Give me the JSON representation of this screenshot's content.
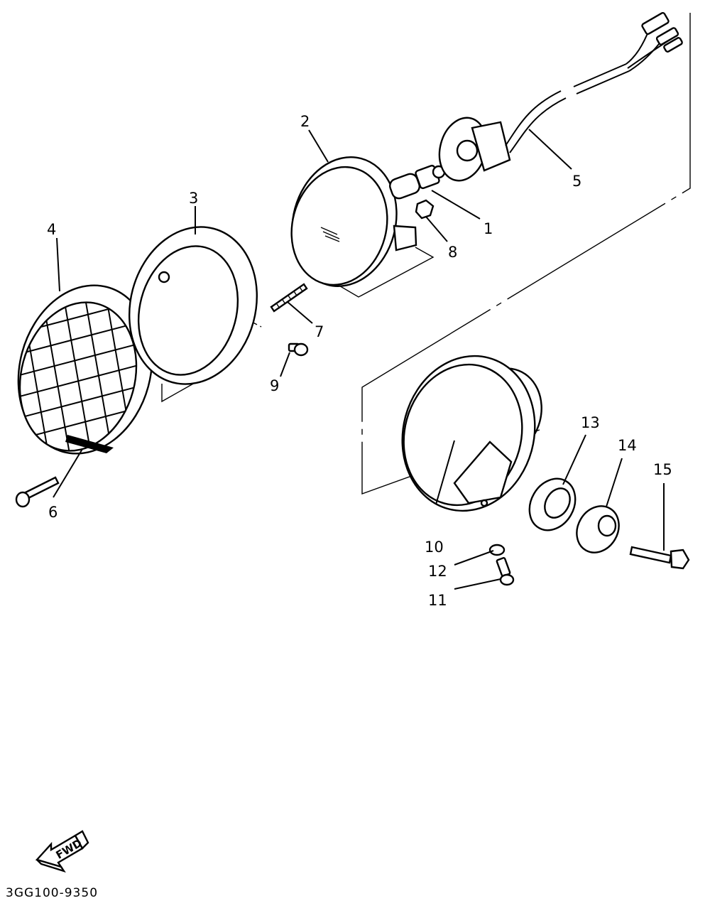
{
  "diagram": {
    "callouts": [
      {
        "id": "c1",
        "text": "1"
      },
      {
        "id": "c2",
        "text": "2"
      },
      {
        "id": "c3",
        "text": "3"
      },
      {
        "id": "c4",
        "text": "4"
      },
      {
        "id": "c5",
        "text": "5"
      },
      {
        "id": "c6",
        "text": "6"
      },
      {
        "id": "c7",
        "text": "7"
      },
      {
        "id": "c8",
        "text": "8"
      },
      {
        "id": "c9",
        "text": "9"
      },
      {
        "id": "c10",
        "text": "10"
      },
      {
        "id": "c11",
        "text": "11"
      },
      {
        "id": "c12",
        "text": "12"
      },
      {
        "id": "c13",
        "text": "13"
      },
      {
        "id": "c14",
        "text": "14"
      },
      {
        "id": "c15",
        "text": "15"
      }
    ],
    "fwd_label": "FWD",
    "reference_code": "3GG100-9350"
  }
}
